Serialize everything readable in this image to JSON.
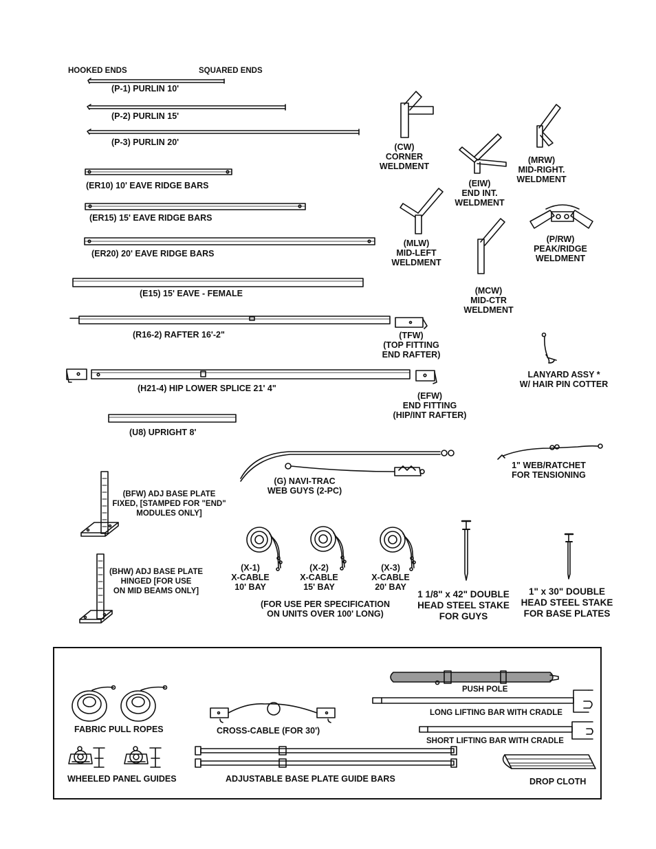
{
  "purlins": {
    "hooked_ends": "HOOKED ENDS",
    "squared_ends": "SQUARED ENDS",
    "p1": "(P-1)  PURLIN  10'",
    "p2": "(P-2)  PURLIN  15'",
    "p3": "(P-3)  PURLIN  20'"
  },
  "eave_ridge": {
    "er10": "(ER10)  10'  EAVE  RIDGE  BARS",
    "er15": "(ER15)  15'  EAVE  RIDGE  BARS",
    "er20": "(ER20)  20'  EAVE  RIDGE  BARS"
  },
  "eave": {
    "e15": "(E15)  15'  EAVE  -  FEMALE"
  },
  "rafter": {
    "r16": "(R16-2) RAFTER  16'-2\""
  },
  "tfw": {
    "line1": "(TFW)",
    "line2": "(TOP FITTING",
    "line3": "END RAFTER)"
  },
  "hip": {
    "h21": "(H21-4)  HIP  LOWER  SPLICE  21'  4\""
  },
  "efw": {
    "line1": "(EFW)",
    "line2": "END  FITTING",
    "line3": "(HIP/INT  RAFTER)"
  },
  "upright": {
    "u8": "(U8)  UPRIGHT  8'"
  },
  "weldments": {
    "cw": {
      "line1": "(CW)",
      "line2": "CORNER",
      "line3": "WELDMENT"
    },
    "eiw": {
      "line1": "(EIW)",
      "line2": "END  INT.",
      "line3": "WELDMENT"
    },
    "mrw": {
      "line1": "(MRW)",
      "line2": "MID-RIGHT.",
      "line3": "WELDMENT"
    },
    "mlw": {
      "line1": "(MLW)",
      "line2": "MID-LEFT",
      "line3": "WELDMENT"
    },
    "prw": {
      "line1": "(P/RW)",
      "line2": "PEAK/RIDGE",
      "line3": "WELDMENT"
    },
    "mcw": {
      "line1": "(MCW)",
      "line2": "MID-CTR",
      "line3": "WELDMENT"
    }
  },
  "lanyard": {
    "line1": "LANYARD  ASSY  *",
    "line2": "W/  HAIR  PIN  COTTER"
  },
  "web_ratchet": {
    "line1": "1\"  WEB/RATCHET",
    "line2": "FOR  TENSIONING"
  },
  "navi_trac": {
    "line1": "(G)  NAVI-TRAC",
    "line2": "WEB  GUYS  (2-PC)"
  },
  "bfw": {
    "line1": "(BFW)  ADJ  BASE  PLATE",
    "line2": "FIXED,  [STAMPED  FOR  \"END\"",
    "line3": "MODULES  ONLY]"
  },
  "bhw": {
    "line1": "(BHW)  ADJ  BASE  PLATE",
    "line2": "HINGED  [FOR  USE",
    "line3": "ON  MID  BEAMS  ONLY]"
  },
  "x_cables": [
    {
      "line1": "(X-1)",
      "line2": "X-CABLE",
      "line3": "10'  BAY"
    },
    {
      "line1": "(X-2)",
      "line2": "X-CABLE",
      "line3": "15'  BAY"
    },
    {
      "line1": "(X-3)",
      "line2": "X-CABLE",
      "line3": "20'  BAY"
    }
  ],
  "x_cable_note": {
    "line1": "(FOR  USE  PER  SPECIFICATION",
    "line2": "ON  UNITS  OVER  100'  LONG)"
  },
  "stake_guys": {
    "line1": "1 1/8\" x 42\" DOUBLE",
    "line2": "HEAD STEEL STAKE",
    "line3": "FOR GUYS"
  },
  "stake_base": {
    "line1": "1\" x 30\" DOUBLE",
    "line2": "HEAD STEEL STAKE",
    "line3": "FOR  BASE PLATES"
  },
  "kit": {
    "fabric_pull_ropes": "FABRIC  PULL  ROPES",
    "cross_cable": "CROSS-CABLE  (FOR  30')",
    "push_pole": "PUSH POLE",
    "long_lifting_bar": "LONG LIFTING BAR WITH CRADLE",
    "short_lifting_bar": "SHORT LIFTING BAR WITH CRADLE",
    "wheeled_panel_guides": "WHEELED  PANEL  GUIDES",
    "adjustable_guide_bars": "ADJUSTABLE  BASE  PLATE  GUIDE  BARS",
    "drop_cloth": "DROP  CLOTH"
  },
  "colors": {
    "ink": "#111111",
    "pole_gray": "#9a9a9a"
  }
}
